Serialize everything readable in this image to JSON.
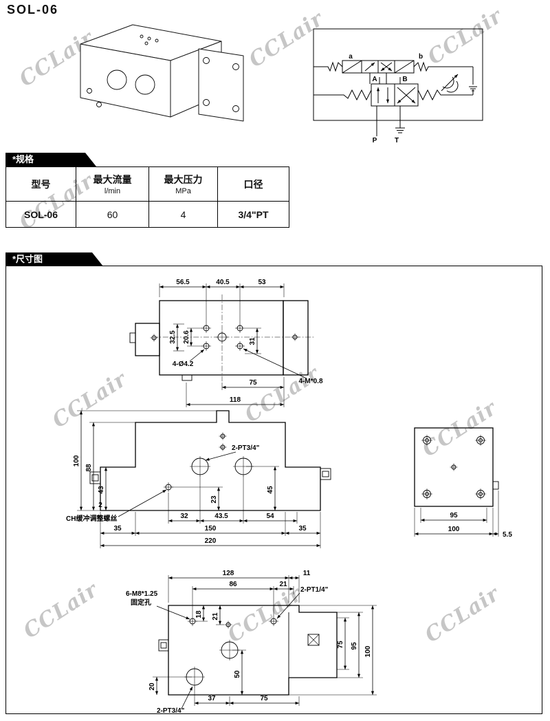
{
  "page": {
    "title": "SOL-06"
  },
  "watermark": {
    "text": "CCLair"
  },
  "sections": {
    "spec": "*规格",
    "dims": "*尺寸图"
  },
  "spec_table": {
    "col1_header": "型号",
    "col2_header": "最大流量",
    "col2_unit": "l/min",
    "col3_header": "最大压力",
    "col3_unit": "MPa",
    "col4_header": "口径",
    "row": {
      "model": "SOL-06",
      "flow": "60",
      "pressure": "4",
      "port": "3/4\"PT"
    }
  },
  "schematic": {
    "a": "a",
    "b": "b",
    "A": "A",
    "B": "B",
    "P": "P",
    "T": "T"
  },
  "top_view": {
    "w1": "56.5",
    "w2": "40.5",
    "w3": "53",
    "v1": "32.5",
    "v2": "20.6",
    "v3": "31",
    "holes_label": "4-Ø4.2",
    "thread_label": "4-M*0.8",
    "b1": "75",
    "b2": "118"
  },
  "front_view": {
    "h_total": "100",
    "h2": "88",
    "h3": "43",
    "h4": "2",
    "top_ports": "2-PT3/4\"",
    "v1": "45",
    "v2": "23",
    "c1": "32",
    "c2": "43.5",
    "c3": "54",
    "b1": "35",
    "b2": "150",
    "b3": "35",
    "b4": "220",
    "screw_label": "CH缓冲调整螺丝"
  },
  "side_view": {
    "w1": "95",
    "w2": "100",
    "t": "5.5"
  },
  "bottom_view": {
    "t1": "128",
    "t2": "11",
    "t3": "86",
    "t4": "21",
    "port_label": "2-PT1/4\"",
    "fix_label1": "6-M8*1.25",
    "fix_label2": "固定孔",
    "v1": "18",
    "v2": "21",
    "v3": "50",
    "v4": "20",
    "r1": "75",
    "r2": "95",
    "r3": "100",
    "b1": "37",
    "b2": "75",
    "port2_label": "2-PT3/4\""
  }
}
